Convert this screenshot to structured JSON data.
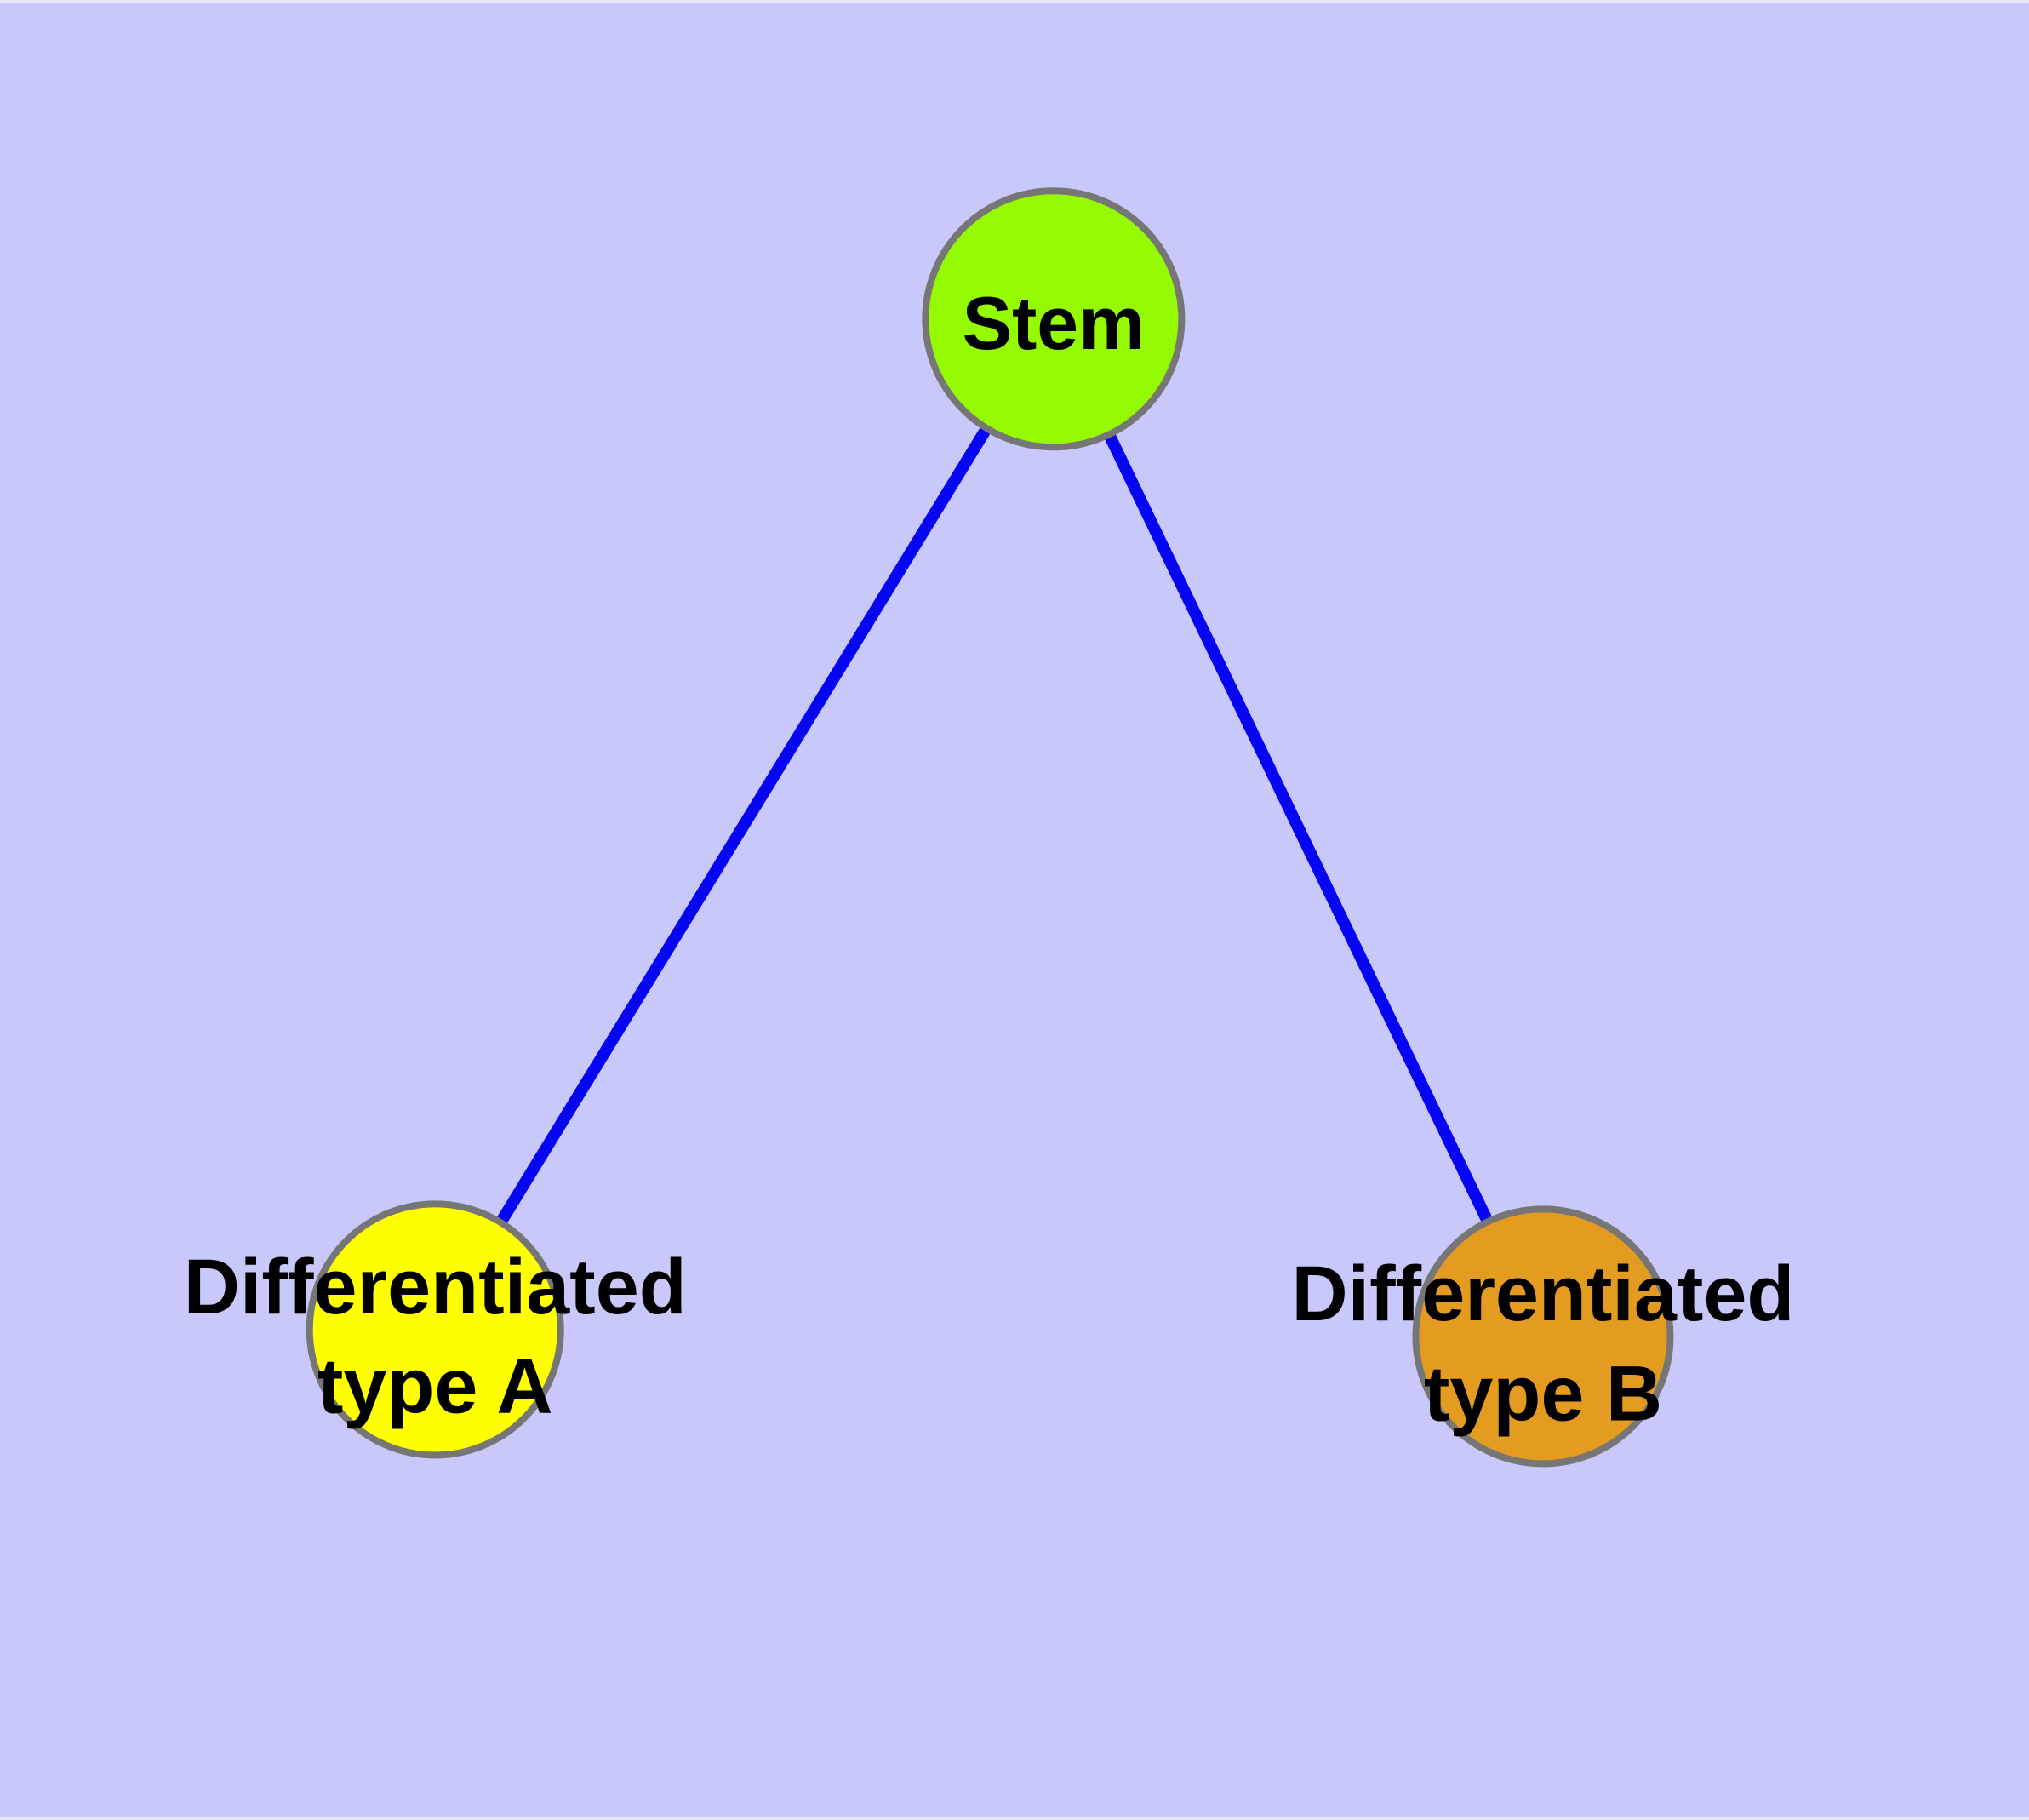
{
  "diagram": {
    "background_color": "#c8c8fa",
    "edge_color": "#0505f2",
    "node_border_color": "#767676",
    "text_color": "#000000",
    "nodes": {
      "stem": {
        "label": "Stem",
        "fill": "#95f900",
        "shape": "circle"
      },
      "type_a": {
        "label_line1": "Differentiated",
        "label_line2": "type A",
        "fill": "#ffff00",
        "shape": "circle"
      },
      "type_b": {
        "label_line1": "Differentiated",
        "label_line2": "type B",
        "fill": "#e49c20",
        "shape": "circle"
      }
    },
    "edges": [
      {
        "from": "Stem",
        "to": "Differentiated type A"
      },
      {
        "from": "Stem",
        "to": "Differentiated type B"
      }
    ]
  }
}
